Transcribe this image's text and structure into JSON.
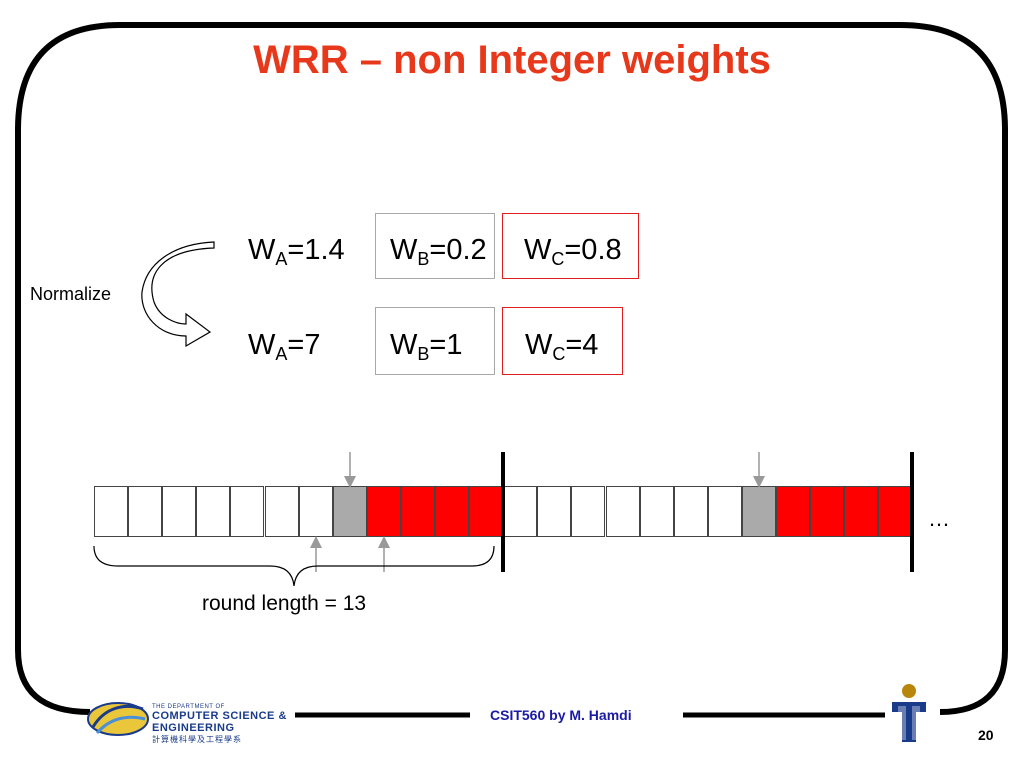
{
  "slide": {
    "title": "WRR – non Integer weights",
    "normalize_label": "Normalize",
    "round_label": "round length = 13",
    "ellipsis": "…",
    "footer_text": "CSIT560 by M. Hamdi",
    "page_number": "20",
    "department": {
      "line1": "THE DEPARTMENT OF",
      "line2": "COMPUTER SCIENCE &",
      "line3": "ENGINEERING",
      "line4": "計算機科學及工程學系"
    }
  },
  "weights_row1": [
    {
      "base": "W",
      "sub": "A",
      "value": "=1.4"
    },
    {
      "base": "W",
      "sub": "B",
      "value": "=0.2"
    },
    {
      "base": "W",
      "sub": "C",
      "value": "=0.8"
    }
  ],
  "weights_row2": [
    {
      "base": "W",
      "sub": "A",
      "value": "=7"
    },
    {
      "base": "W",
      "sub": "B",
      "value": "=1"
    },
    {
      "base": "W",
      "sub": "C",
      "value": "=4"
    }
  ],
  "schedule": {
    "cells": [
      "A",
      "A",
      "A",
      "A",
      "A",
      "A",
      "A",
      "B",
      "C",
      "C",
      "C",
      "C",
      "A",
      "A",
      "A",
      "A",
      "A",
      "A",
      "A",
      "B",
      "C",
      "C",
      "C",
      "C"
    ],
    "round_length": 13
  },
  "colors": {
    "title": "#e8381b",
    "flow_A": "#ffffff",
    "flow_B": "#aaaaaa",
    "flow_C": "#ff0000",
    "footer": "#1a1aa6"
  }
}
